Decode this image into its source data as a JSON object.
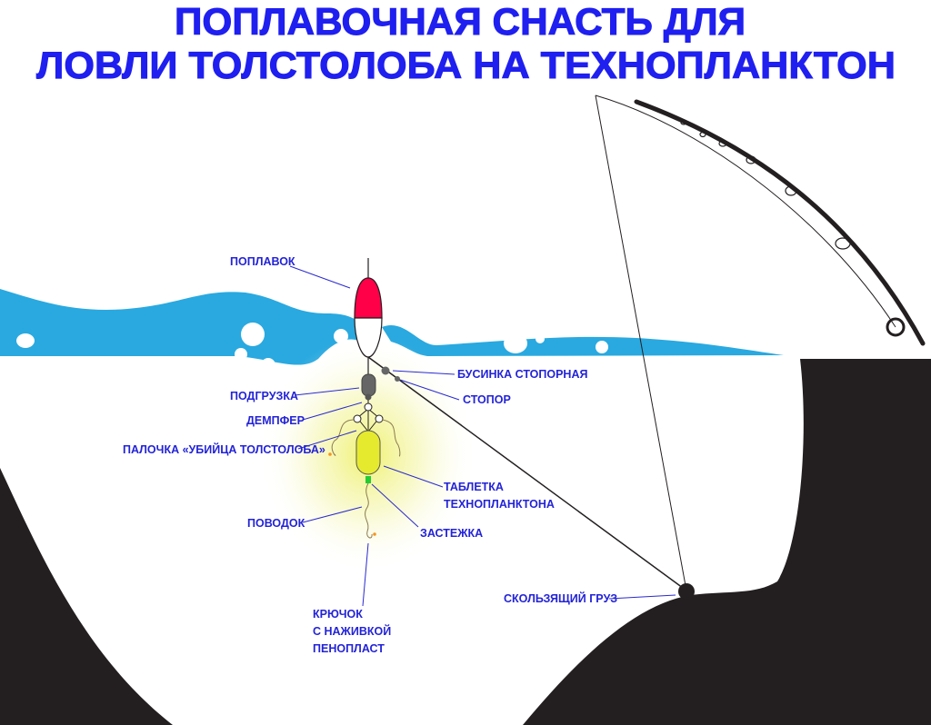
{
  "title": {
    "line1": "ПОПЛАВОЧНАЯ СНАСТЬ ДЛЯ",
    "line2": "ЛОВЛИ ТОЛСТОЛОБА НА ТЕХНОПЛАНКТОН"
  },
  "labels": {
    "float": "ПОПЛАВОК",
    "stop_bead": "БУСИНКА СТОПОРНАЯ",
    "stopper": "СТОПОР",
    "weight": "ПОДГРУЗКА",
    "damper": "ДЕМПФЕР",
    "stick": "ПАЛОЧКА «УБИЙЦА ТОЛСТОЛОБА»",
    "tablet_1": "ТАБЛЕТКА",
    "tablet_2": "ТЕХНОПЛАНКТОНА",
    "leader": "ПОВОДОК",
    "clasp": "ЗАСТЕЖКА",
    "hook_1": "КРЮЧОК",
    "hook_2": "С НАЖИВКОЙ",
    "hook_3": "ПЕНОПЛАСТ",
    "sinker": "СКОЛЬЗЯЩИЙ ГРУЗ"
  },
  "colors": {
    "title": "#1f1ff0",
    "water": "#29a9e0",
    "ground": "#231f20",
    "float_top": "#ff0048",
    "feeder": "#e6ea2e"
  }
}
